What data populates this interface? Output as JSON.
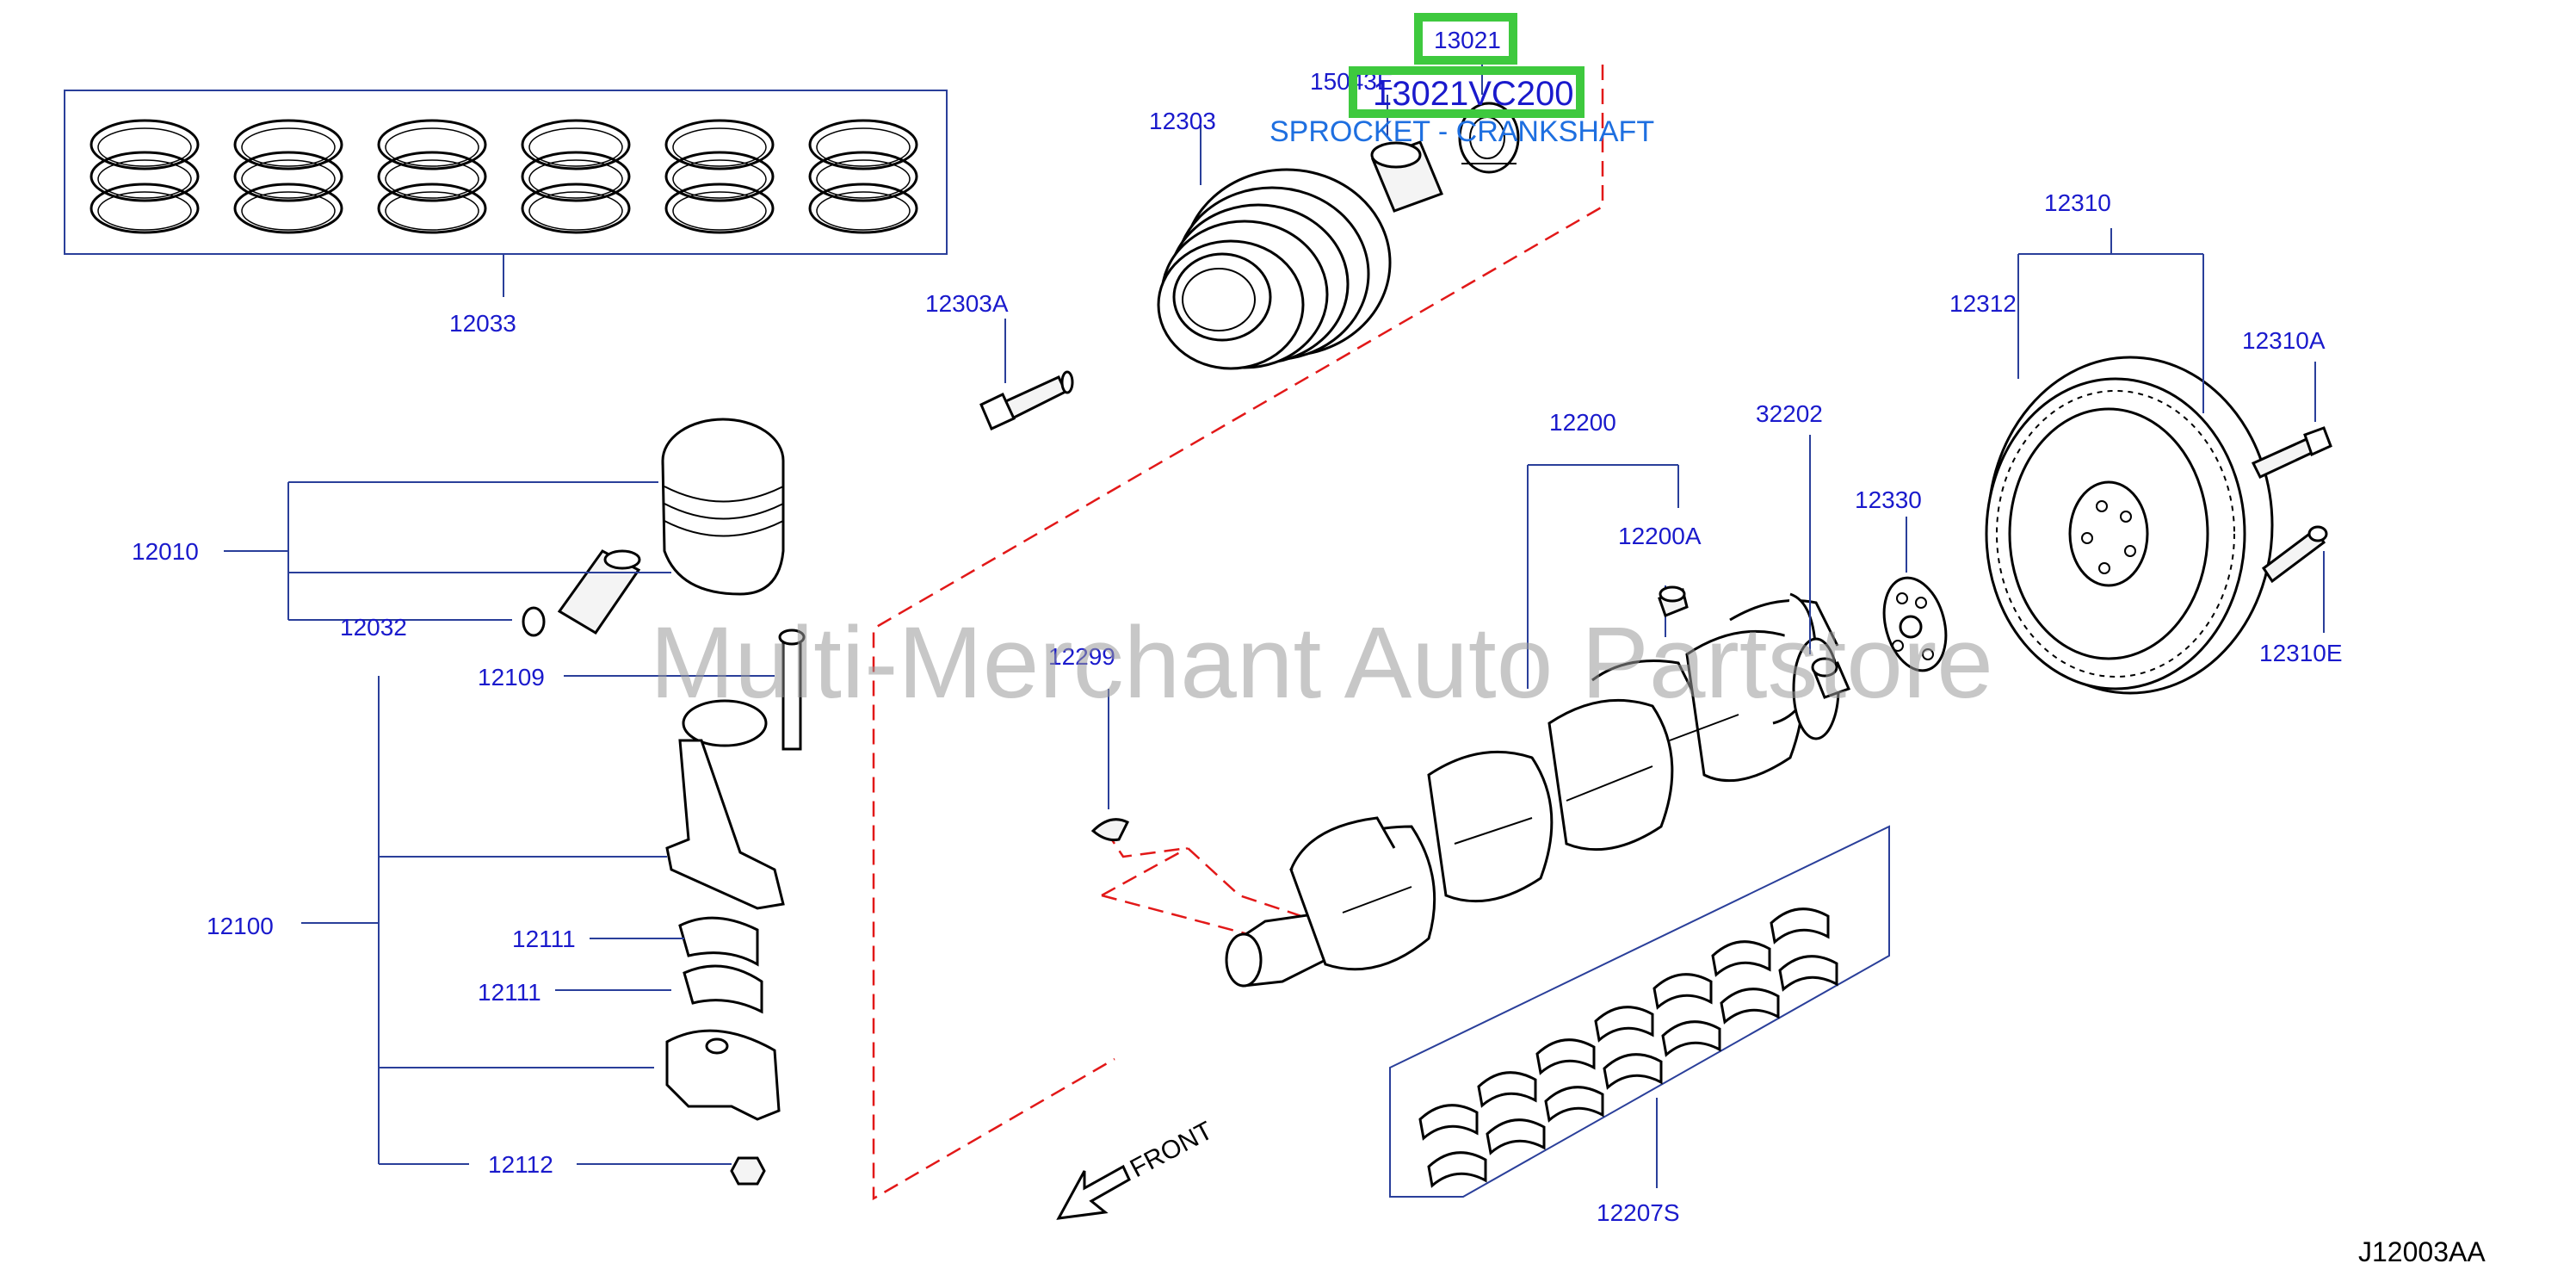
{
  "diagram": {
    "reference_code": "J12003AA",
    "watermark": "Multi-Merchant Auto Partstore",
    "front_label": "FRONT",
    "highlight": {
      "part_number": "13021",
      "full_number": "13021VC200",
      "description": "SPROCKET - CRANKSHAFT",
      "color": "#3ec93e"
    },
    "parts": [
      "12033",
      "12303",
      "15043E",
      "12303A",
      "12310",
      "12312",
      "12310A",
      "12010",
      "12032",
      "12200",
      "32202",
      "12200A",
      "12330",
      "12310E",
      "12109",
      "12299",
      "12100",
      "12111",
      "12111",
      "12112",
      "12207S"
    ],
    "colors": {
      "label": "#1a1acc",
      "leader": "#2a3f9a",
      "outline": "#e21818"
    }
  }
}
